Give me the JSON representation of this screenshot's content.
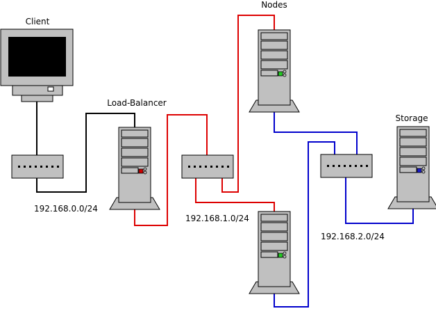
{
  "labels": {
    "client": "Client",
    "load_balancer": "Load-Balancer",
    "nodes": "Nodes",
    "storage": "Storage",
    "net0": "192.168.0.0/24",
    "net1": "192.168.1.0/24",
    "net2": "192.168.2.0/24"
  },
  "colors": {
    "net0": "#000000",
    "net1": "#dd0000",
    "net2": "#0000cc",
    "led_green": "#22cc22",
    "led_red": "#cc0000",
    "led_blue": "#1a1acc",
    "device": "#c0c0c0"
  },
  "icons": {
    "client": "monitor-icon",
    "switch": "network-switch-icon",
    "server": "server-tower-icon"
  }
}
